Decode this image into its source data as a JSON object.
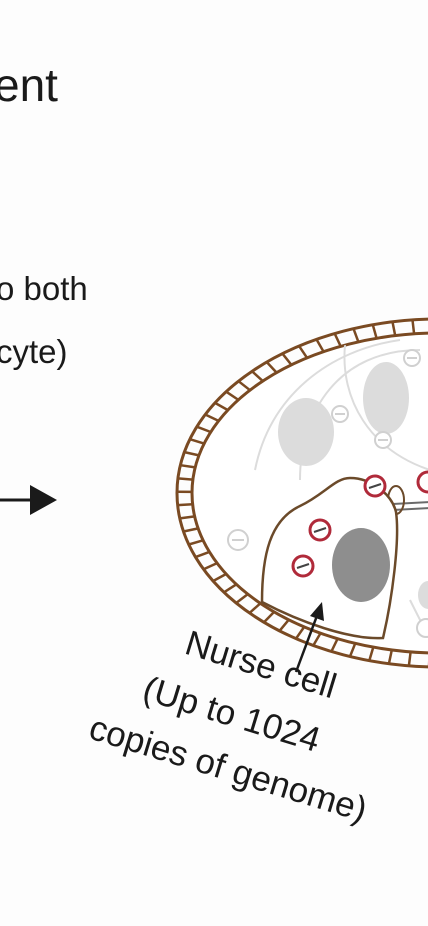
{
  "title": "ent",
  "side_text": [
    "o both",
    "cyte)"
  ],
  "nurse_label": {
    "line1": "Nurse cell",
    "line2": "(Up to 1024",
    "line3": "copies of genome)"
  },
  "colors": {
    "shell": "#7a4a22",
    "outline": "#6b4a2a",
    "nucleus": "#8e8e8e",
    "ghost": "#d4d4d4",
    "dot_ring": "#b02a3a"
  }
}
